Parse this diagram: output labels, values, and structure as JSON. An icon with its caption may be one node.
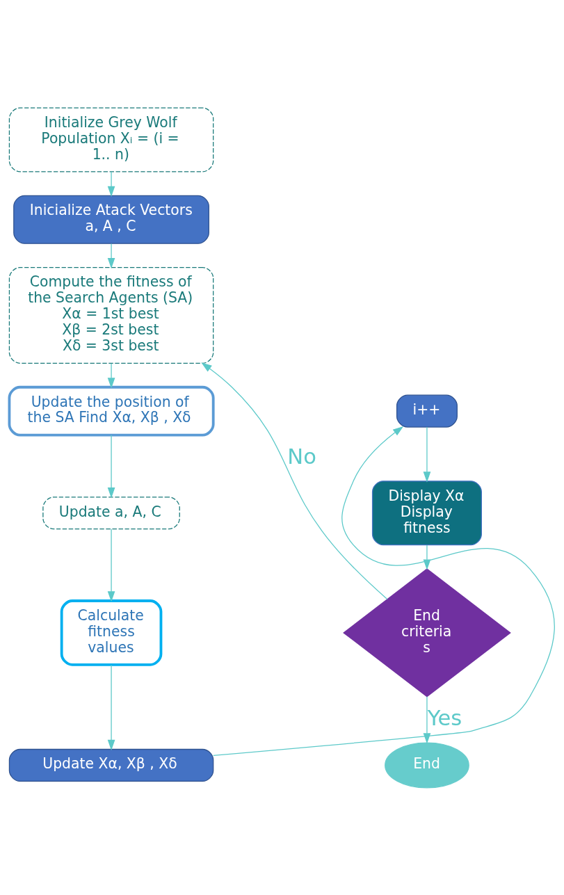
{
  "diagram": {
    "nodes": [
      {
        "text": [
          "Initialize Grey Wolf Population Xᵢ = (i = 1.. n)"
        ]
      },
      {
        "text": [
          "Inicialize Atack Vectors a, A , C"
        ]
      },
      {
        "text": [
          "Compute the fitness of the Search Agents (SA)",
          "Xα = 1st best",
          "Xβ = 2st best",
          "Xδ = 3st best"
        ]
      },
      {
        "text": [
          "Update the position of the SA Find Xα, Xβ , Xδ"
        ]
      },
      {
        "text": [
          "Update a, A, C"
        ]
      },
      {
        "text": [
          "Calculate fitness values"
        ]
      },
      {
        "text": [
          "Update Xα, Xβ , Xδ"
        ]
      },
      {
        "text": [
          "i++"
        ]
      },
      {
        "text": [
          "Display Xα Display fitness"
        ]
      },
      {
        "text": [
          "End criteria s"
        ]
      },
      {
        "text": [
          "End"
        ]
      }
    ],
    "edges": [
      {
        "from": 0,
        "to": 1,
        "arrow": "to"
      },
      {
        "from": 1,
        "to": 2,
        "arrow": "to"
      },
      {
        "from": 2,
        "to": 3,
        "arrow": "to"
      },
      {
        "from": 3,
        "to": 4,
        "arrow": "to"
      },
      {
        "from": 4,
        "to": 5,
        "arrow": "to"
      },
      {
        "from": 5,
        "to": 6,
        "arrow": "to"
      },
      {
        "from": 6,
        "to": 7,
        "arrow": "to"
      },
      {
        "from": 7,
        "to": 8,
        "arrow": "to"
      },
      {
        "from": 8,
        "to": 9,
        "arrow": "to"
      },
      {
        "from": 9,
        "to": 2,
        "arrow": "to",
        "label": "No"
      },
      {
        "from": 9,
        "to": 10,
        "arrow": "to",
        "label": "Yes"
      }
    ]
  }
}
